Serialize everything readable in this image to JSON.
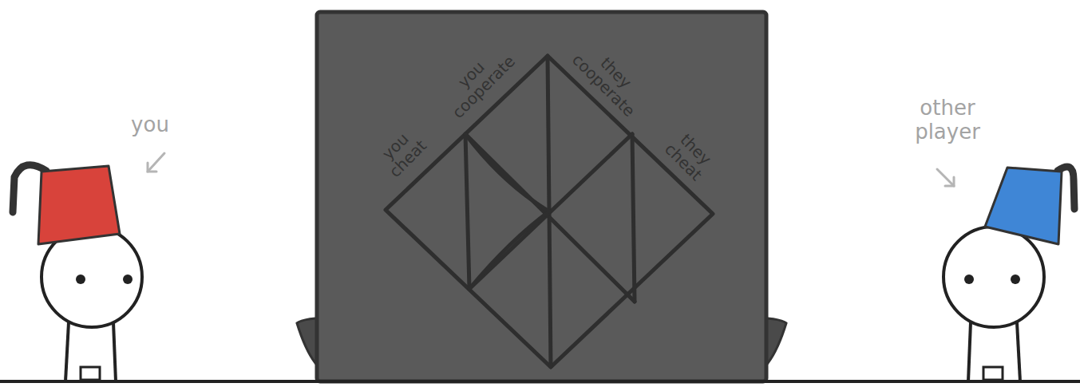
{
  "diagram": {
    "nodes": [
      {
        "text": [
          "you cheat",
          "you cooperate",
          "they cooperate",
          "they cheat"
        ]
      }
    ],
    "labels": [
      "you",
      "other player"
    ]
  }
}
